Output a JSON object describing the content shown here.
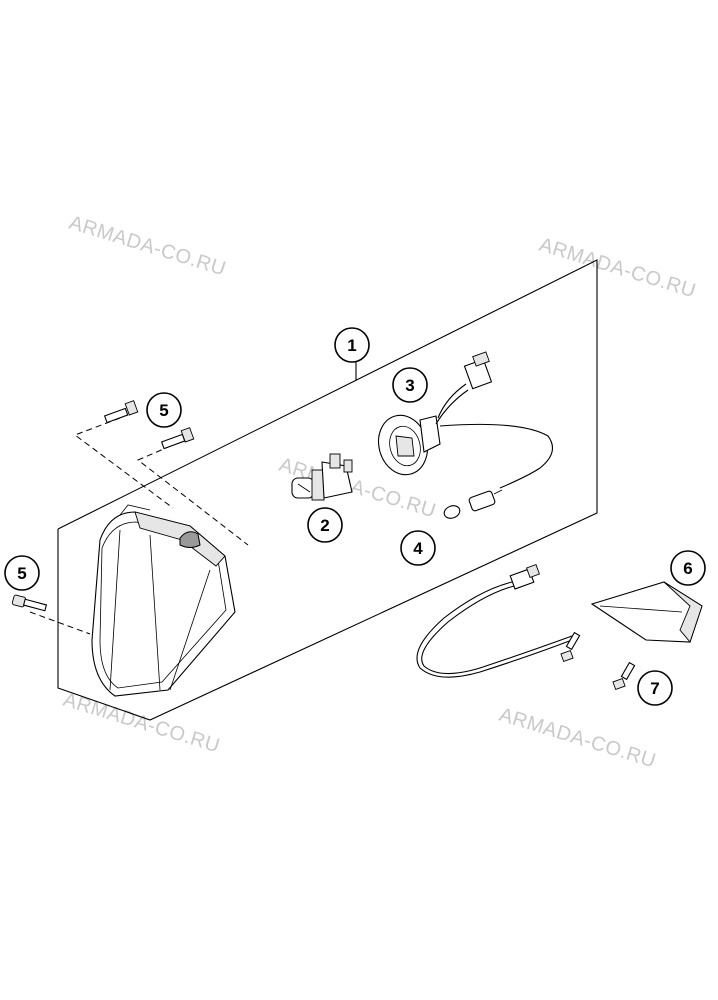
{
  "watermarks": [
    "ARMADA-CO.RU",
    "ARMADA-CO.RU",
    "ARMADA-CO.RU",
    "ARMADA-CO.RU",
    "ARMADA-CO.RU"
  ],
  "callouts": [
    {
      "label": "1"
    },
    {
      "label": "2"
    },
    {
      "label": "3"
    },
    {
      "label": "4"
    },
    {
      "label": "5"
    },
    {
      "label": "5"
    },
    {
      "label": "6"
    },
    {
      "label": "7"
    }
  ]
}
